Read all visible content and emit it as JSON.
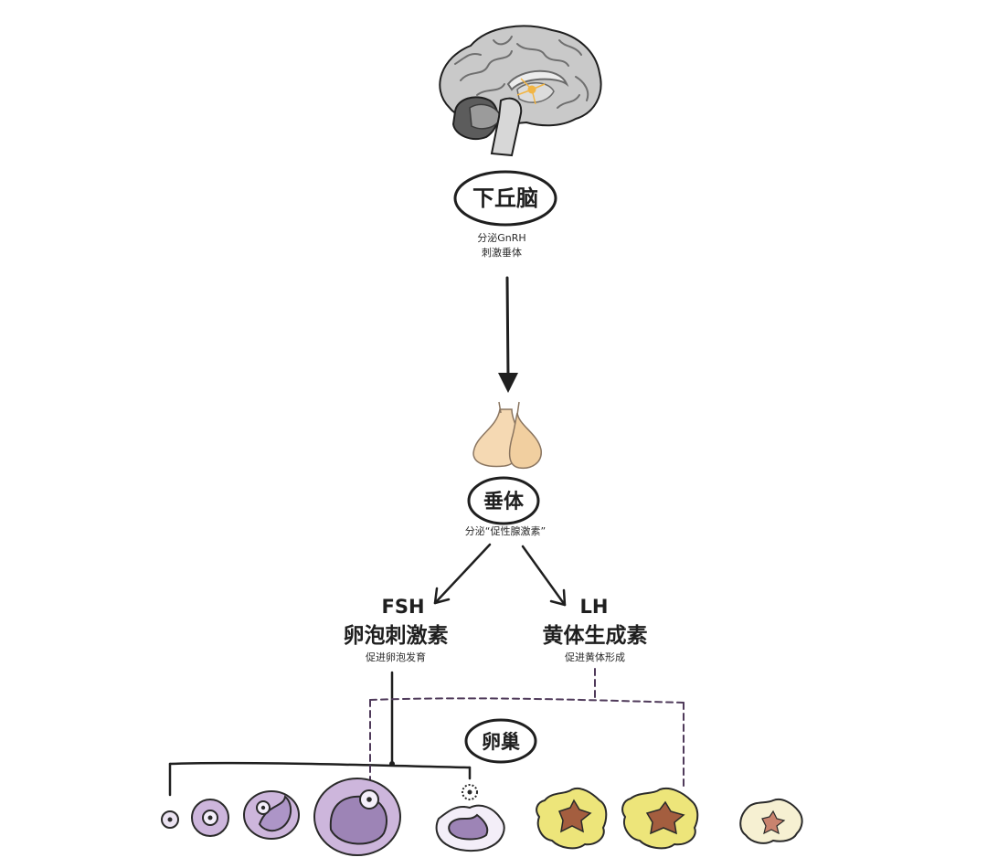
{
  "hypothalamus": {
    "title": "下丘脑",
    "line1": "分泌GnRH",
    "line2": "刺激垂体"
  },
  "pituitary": {
    "title": "垂体",
    "caption": "分泌“促性腺激素”"
  },
  "fsh": {
    "abbr": "FSH",
    "name": "卵泡刺激素",
    "caption": "促进卵泡发育"
  },
  "lh": {
    "abbr": "LH",
    "name": "黄体生成素",
    "caption": "促进黄体形成"
  },
  "ovary": {
    "title": "卵巢"
  },
  "colors": {
    "ink": "#1f1f1f",
    "brain": "#c9c9c9",
    "brain_dark": "#6a6a6a",
    "pituitary": "#f5d9b3",
    "follicle": "#cdb6dc",
    "follicle_inner": "#9d84b6",
    "dashed_line": "#4f3a5a",
    "corpus_luteum": "#ede57a",
    "corpus_center": "#a45e3f",
    "albicans": "#f6f0d2",
    "albicans_center": "#c9836e",
    "hypothalamus_dot": "#f2b544"
  }
}
